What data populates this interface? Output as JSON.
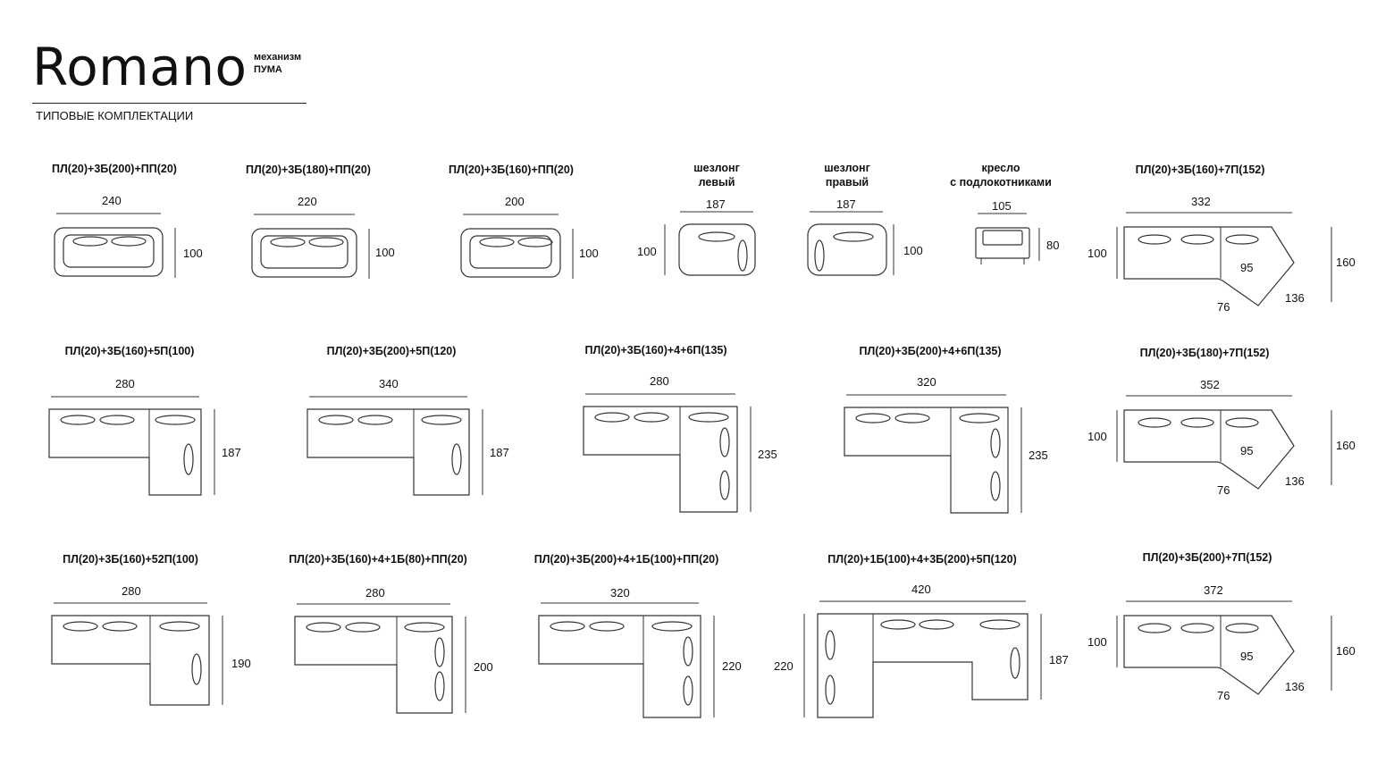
{
  "header": {
    "brand": "Romano",
    "mechanism_line1": "механизм",
    "mechanism_line2": "ПУМА",
    "subtitle": "ТИПОВЫЕ КОМПЛЕКТАЦИИ"
  },
  "configurations": [
    {
      "label": "ПЛ(20)+3Б(200)+ПП(20)",
      "width": "240",
      "depth": "100"
    },
    {
      "label": "ПЛ(20)+3Б(180)+ПП(20)",
      "width": "220",
      "depth": "100"
    },
    {
      "label": "ПЛ(20)+3Б(160)+ПП(20)",
      "width": "200",
      "depth": "100"
    },
    {
      "label": "шезлонг\nлевый",
      "width": "187",
      "depth": "100"
    },
    {
      "label": "шезлонг\nправый",
      "width": "187",
      "depth": "100"
    },
    {
      "label": "кресло\nс подлокотниками",
      "width": "105",
      "depth": "80"
    },
    {
      "label": "ПЛ(20)+3Б(160)+7П(152)",
      "width": "332",
      "depth": "100",
      "height": "160",
      "d1": "95",
      "d2": "76",
      "d3": "136"
    },
    {
      "label": "ПЛ(20)+3Б(160)+5П(100)",
      "width": "280",
      "depth": "187"
    },
    {
      "label": "ПЛ(20)+3Б(200)+5П(120)",
      "width": "340",
      "depth": "187"
    },
    {
      "label": "ПЛ(20)+3Б(160)+4+6П(135)",
      "width": "280",
      "depth": "235"
    },
    {
      "label": "ПЛ(20)+3Б(200)+4+6П(135)",
      "width": "320",
      "depth": "235"
    },
    {
      "label": "ПЛ(20)+3Б(180)+7П(152)",
      "width": "352",
      "depth": "100",
      "height": "160",
      "d1": "95",
      "d2": "76",
      "d3": "136"
    },
    {
      "label": "ПЛ(20)+3Б(160)+52П(100)",
      "width": "280",
      "depth": "190"
    },
    {
      "label": "ПЛ(20)+3Б(160)+4+1Б(80)+ПП(20)",
      "width": "280",
      "depth": "200"
    },
    {
      "label": "ПЛ(20)+3Б(200)+4+1Б(100)+ПП(20)",
      "width": "320",
      "depth": "220"
    },
    {
      "label": "ПЛ(20)+1Б(100)+4+3Б(200)+5П(120)",
      "width": "420",
      "depth": "187",
      "depth2": "220"
    },
    {
      "label": "ПЛ(20)+3Б(200)+7П(152)",
      "width": "372",
      "depth": "100",
      "height": "160",
      "d1": "95",
      "d2": "76",
      "d3": "136"
    }
  ]
}
